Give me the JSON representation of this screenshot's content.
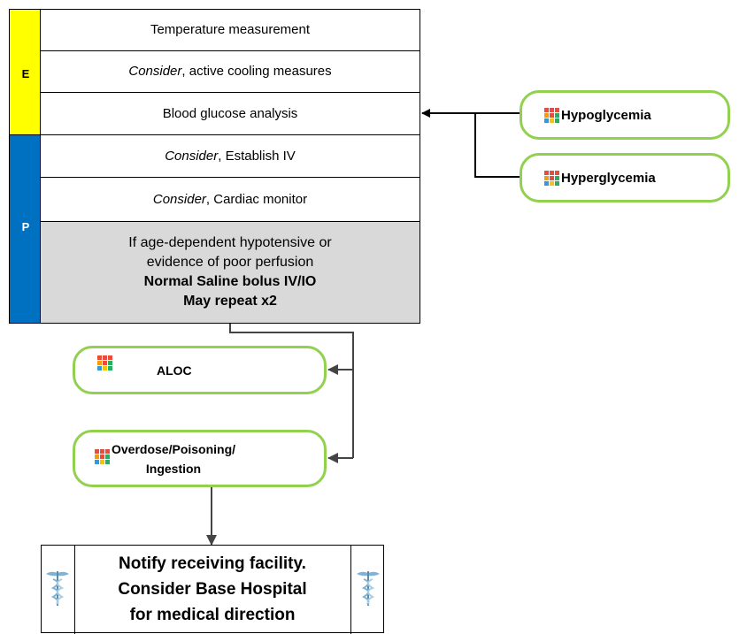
{
  "sections": [
    {
      "letter": "E",
      "color": "#ffff00"
    },
    {
      "letter": "P",
      "color": "#0070c0"
    }
  ],
  "rows": {
    "temperature": "Temperature measurement",
    "cooling_prefix": "Consider",
    "cooling_rest": ", active cooling measures",
    "glucose": "Blood glucose analysis",
    "iv_prefix": "Consider",
    "iv_rest": ", Establish IV",
    "cardiac_prefix": "Consider",
    "cardiac_rest": ", Cardiac monitor",
    "hypotensive_line1": "If age-dependent hypotensive or",
    "hypotensive_line2": "evidence of poor perfusion",
    "bolus": "Normal Saline bolus IV/IO",
    "repeat": "May repeat x2"
  },
  "pills": {
    "hypoglycemia": "Hypoglycemia",
    "hyperglycemia": "Hyperglycemia",
    "aloc": "ALOC",
    "overdose_line1": "Overdose/Poisoning/",
    "overdose_line2": "Ingestion"
  },
  "notify": {
    "line1": "Notify receiving facility.",
    "line2": "Consider Base Hospital",
    "line3": "for medical direction"
  },
  "colors": {
    "pill_border": "#92d050",
    "shaded_row": "#d9d9d9",
    "e_section": "#ffff00",
    "p_section": "#0070c0"
  },
  "icons": [
    "protocol-grid-icon",
    "caduceus-icon"
  ]
}
